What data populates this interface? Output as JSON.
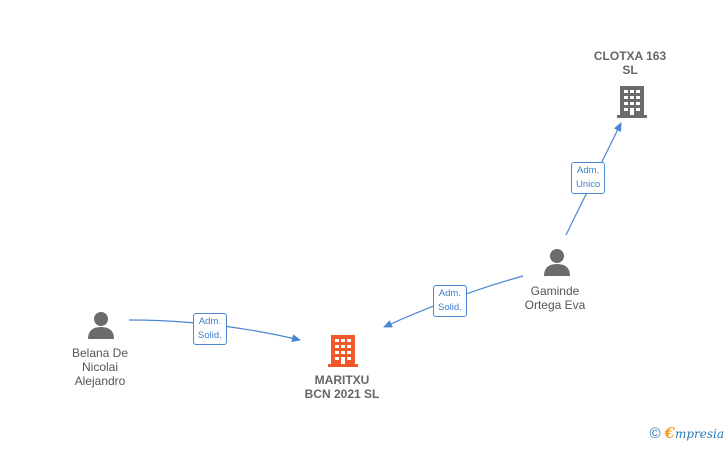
{
  "nodes": {
    "clotxa": {
      "label": "CLOTXA 163\nSL",
      "kind": "company",
      "color": "#6b6b6b"
    },
    "gaminde": {
      "label": "Gaminde\nOrtega Eva",
      "kind": "person",
      "color": "#6b6b6b"
    },
    "belana": {
      "label": "Belana De\nNicolai\nAlejandro",
      "kind": "person",
      "color": "#6b6b6b"
    },
    "maritxu": {
      "label": "MARITXU\nBCN 2021  SL",
      "kind": "company",
      "color": "#f05a28"
    }
  },
  "edges": [
    {
      "id": "gaminde-clotxa",
      "label": "Adm.\nUnico"
    },
    {
      "id": "gaminde-maritxu",
      "label": "Adm.\nSolid."
    },
    {
      "id": "belana-maritxu",
      "label": "Adm.\nSolid."
    }
  ],
  "colors": {
    "edge": "#4a87d0"
  },
  "brand": {
    "copyright": "©",
    "initial": "€",
    "rest": "mpresia"
  }
}
